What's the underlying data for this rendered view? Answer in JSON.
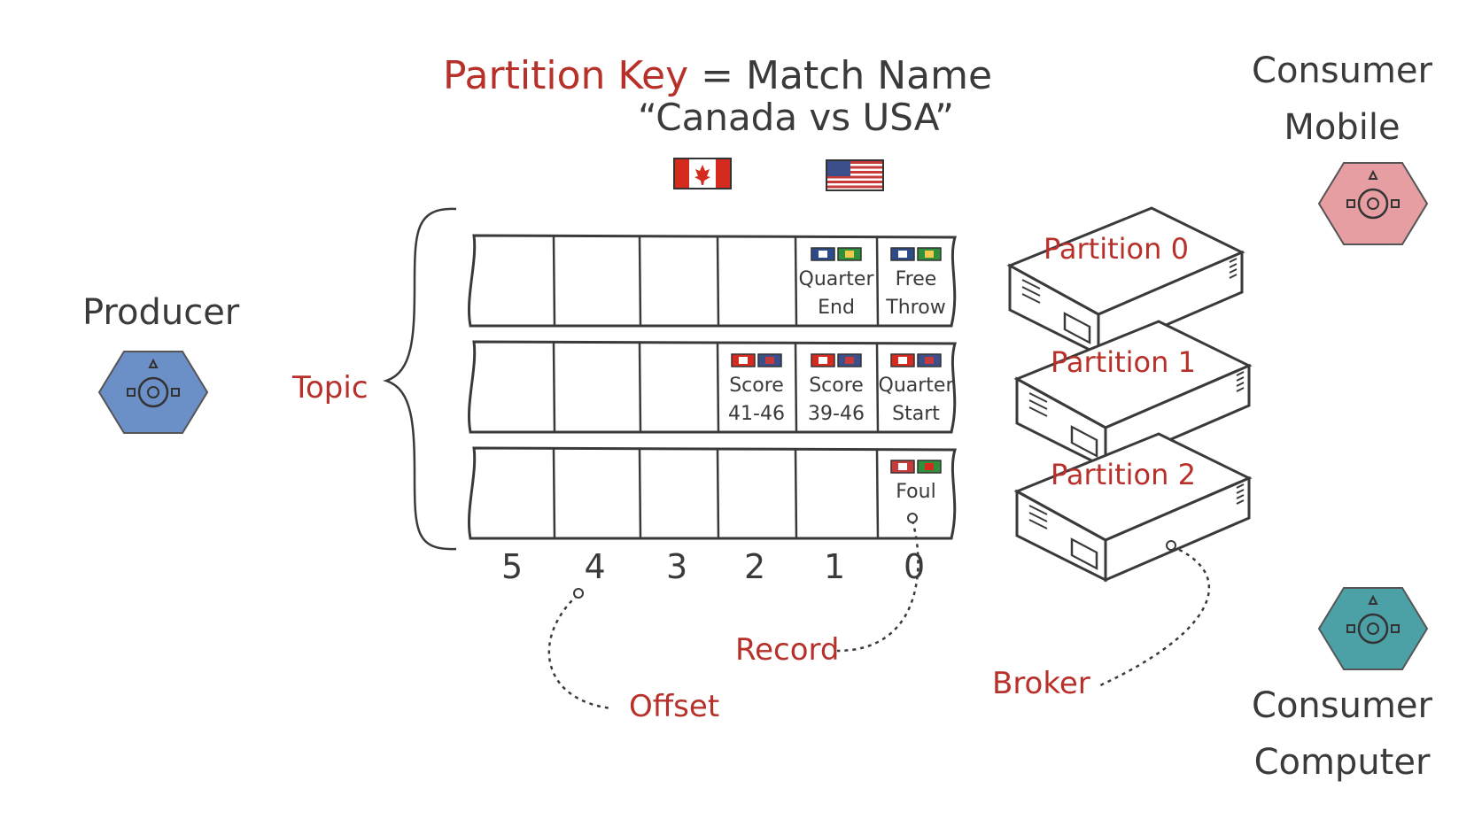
{
  "title": {
    "key_label": "Partition Key",
    "equals": "=",
    "value_label": "Match Name",
    "match": "“Canada vs USA”"
  },
  "producer": {
    "label": "Producer",
    "color": "#6b8fc7"
  },
  "consumers": [
    {
      "line1": "Consumer",
      "line2": "Mobile",
      "color": "#e79ea3"
    },
    {
      "line1": "Consumer",
      "line2": "Computer",
      "color": "#4ba1a6"
    }
  ],
  "topic_label": "Topic",
  "offsets": [
    "5",
    "4",
    "3",
    "2",
    "1",
    "0"
  ],
  "partitions": [
    {
      "label": "Partition 0",
      "records": [
        {
          "slot": 1,
          "lines": [
            "Quarter",
            "End"
          ]
        },
        {
          "slot": 0,
          "lines": [
            "Free",
            "Throw"
          ]
        }
      ]
    },
    {
      "label": "Partition 1",
      "records": [
        {
          "slot": 2,
          "lines": [
            "Score",
            "41-46"
          ]
        },
        {
          "slot": 1,
          "lines": [
            "Score",
            "39-46"
          ]
        },
        {
          "slot": 0,
          "lines": [
            "Quarter",
            "Start"
          ]
        }
      ]
    },
    {
      "label": "Partition 2",
      "records": [
        {
          "slot": 0,
          "lines": [
            "Foul"
          ]
        }
      ]
    }
  ],
  "annotations": {
    "offset": "Offset",
    "record": "Record",
    "broker": "Broker"
  },
  "colors": {
    "accent_red": "#b7302a",
    "ink": "#3a3a3a"
  }
}
